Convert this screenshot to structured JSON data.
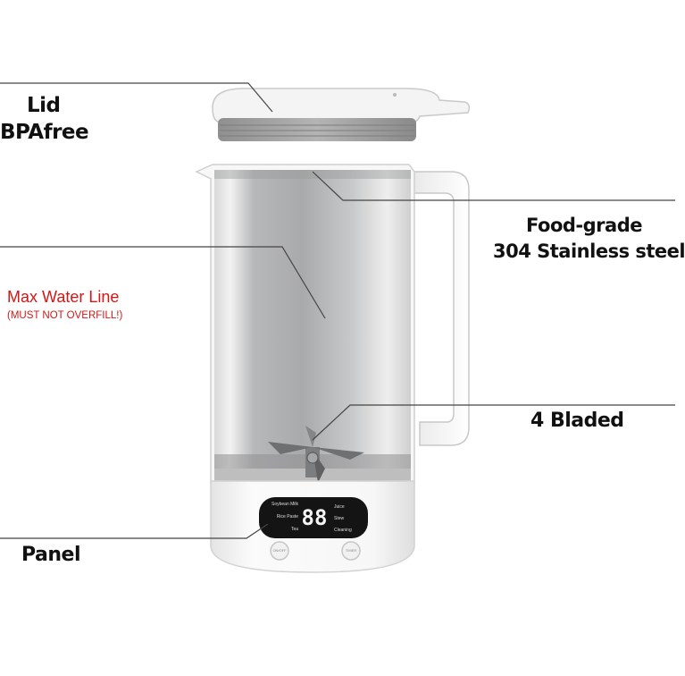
{
  "callouts": {
    "lid": {
      "line1": "Lid",
      "line2": "BPAfree"
    },
    "steel": {
      "line1": "Food-grade",
      "line2": "304 Stainless steel"
    },
    "water": {
      "line1": "Max Water Line",
      "line2": "(MUST NOT OVERFILL!)"
    },
    "blade": {
      "line1": "4 Bladed"
    },
    "panel": {
      "line1": "Panel"
    }
  },
  "display": {
    "digits": "88",
    "left_modes": [
      "Soybean Milk",
      "Rice Paste",
      "Tea"
    ],
    "right_modes": [
      "Juice",
      "Stew",
      "Cleaning"
    ],
    "button_left": "ON/OFF",
    "button_right": "TIMER"
  },
  "colors": {
    "callout_text": "#111111",
    "warning_text": "#d01818",
    "leader_line": "#444444"
  }
}
